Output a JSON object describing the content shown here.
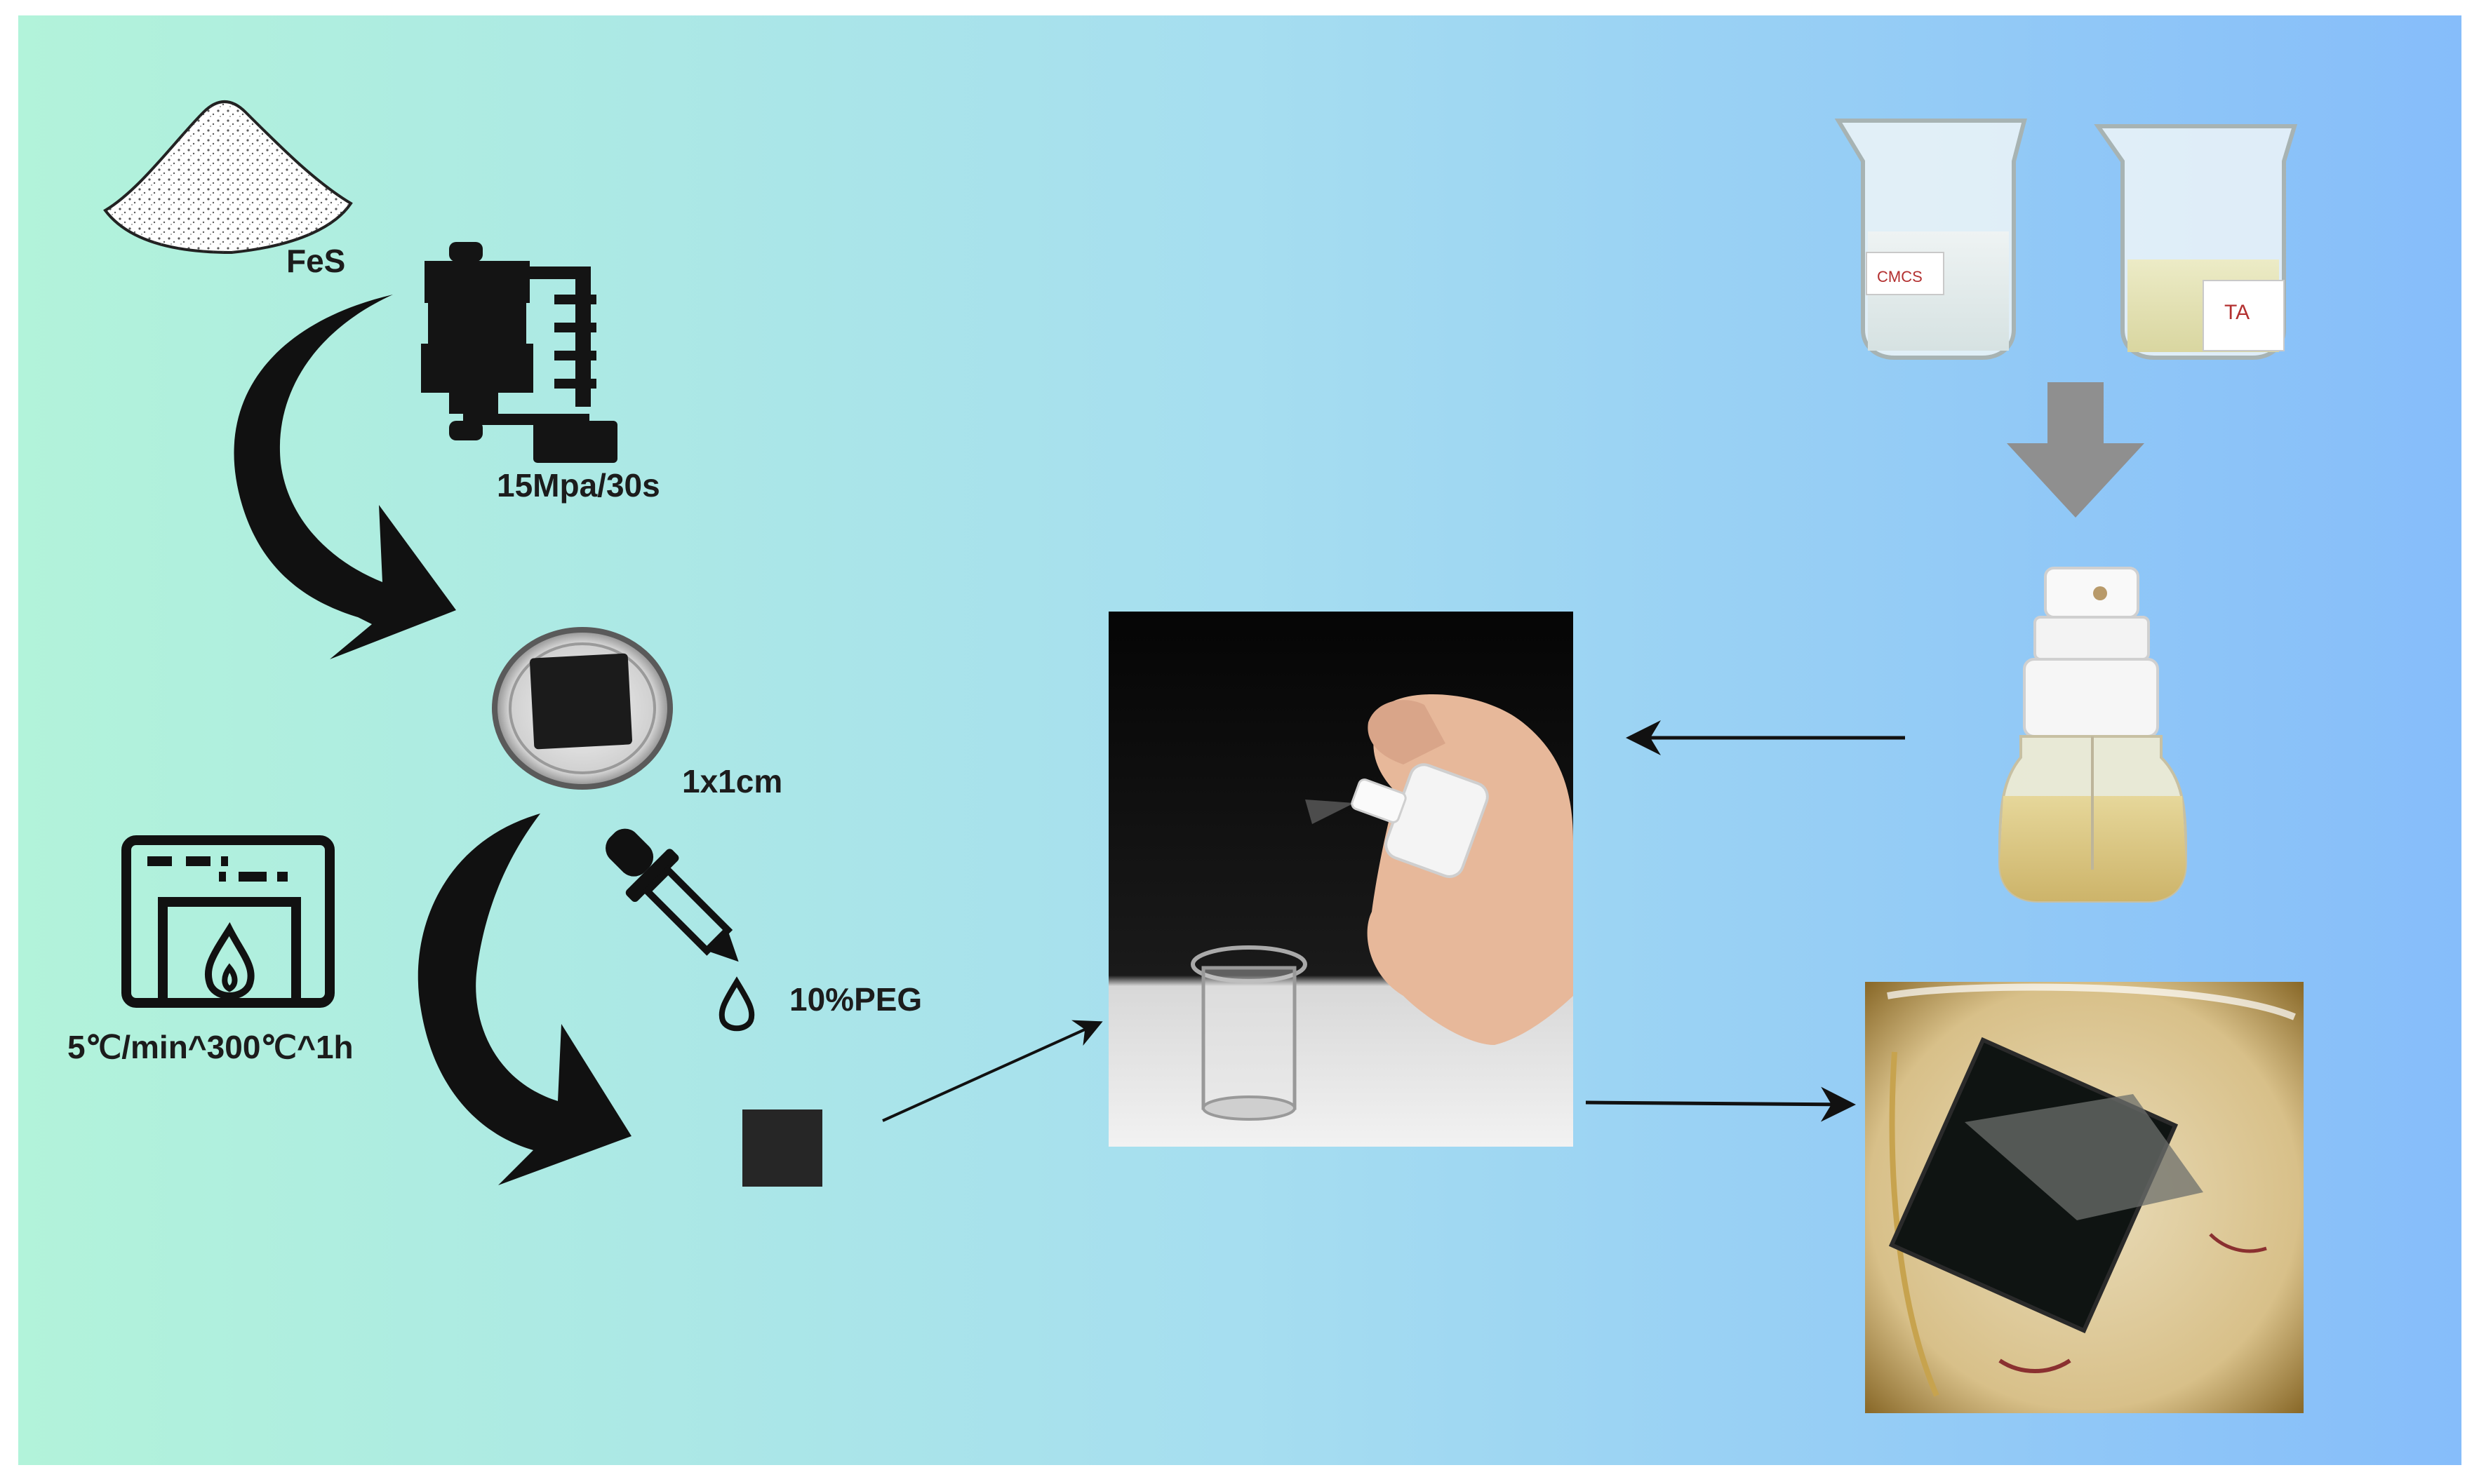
{
  "colors": {
    "gradient_left": "#b2f3da",
    "gradient_mid": "#a6def0",
    "gradient_right": "#86bdfa",
    "ink": "#111111",
    "grey_arrow": "#8f8f8f"
  },
  "labels": {
    "powder": "FeS",
    "press": "15Mpa/30s",
    "sample_size": "1x1cm",
    "furnace": "5℃/min^300℃^1h",
    "coating": "10%PEG"
  },
  "beakers": {
    "left_label": "CMCS",
    "right_label": "TA"
  },
  "icons": [
    "powder-pile-icon",
    "press-icon",
    "petri-dish-icon",
    "furnace-icon",
    "dropper-icon",
    "droplet-icon",
    "spray-bottle-icon",
    "beaker-icon"
  ]
}
